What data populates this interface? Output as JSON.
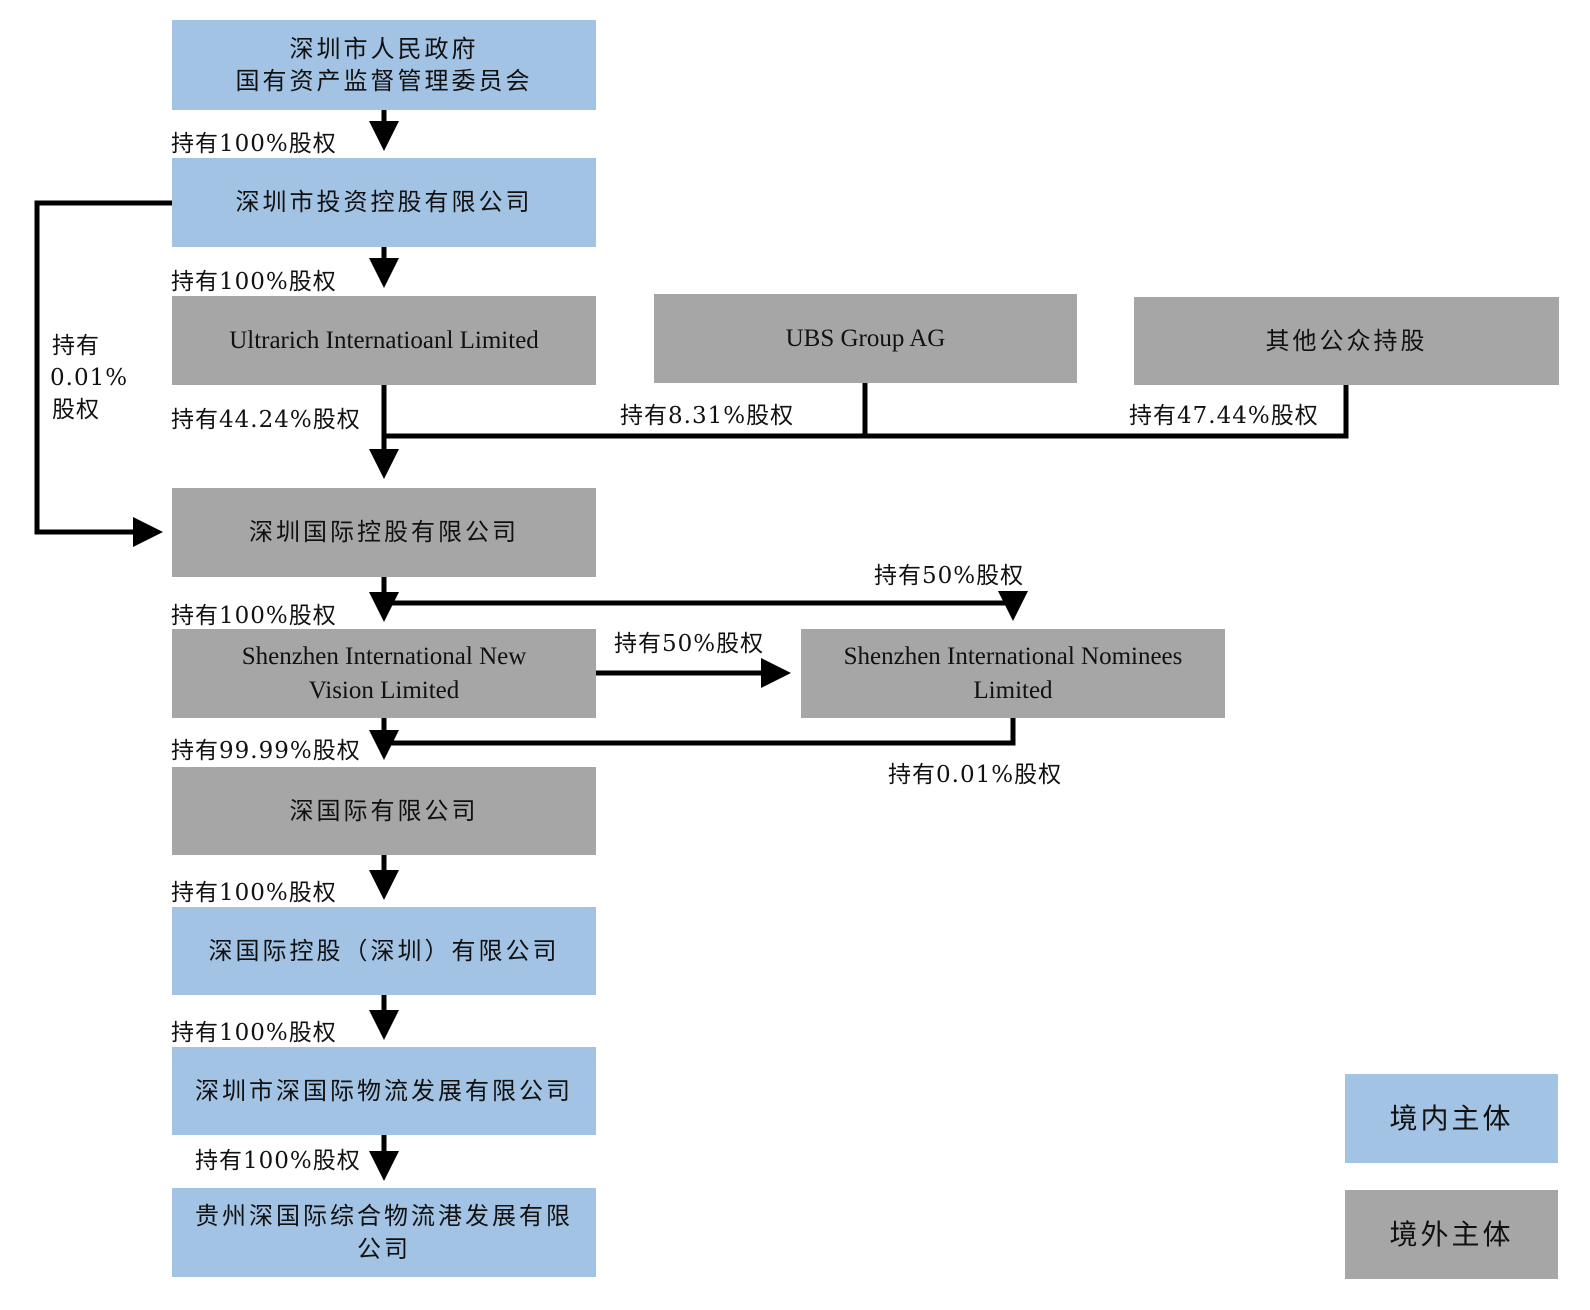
{
  "entities": {
    "sasac": {
      "line1": "深圳市人民政府",
      "line2": "国有资产监督管理委员会"
    },
    "sihc": "深圳市投资控股有限公司",
    "ultrarich": "Ultrarich  Internatioanl  Limited",
    "ubs": "UBS Group AG",
    "public": "其他公众持股",
    "szi_holdings": "深圳国际控股有限公司",
    "new_vision": {
      "line1": "Shenzhen  International  New",
      "line2": "Vision Limited"
    },
    "nominees": {
      "line1": "Shenzhen  International  Nominees",
      "line2": "Limited"
    },
    "szi_ltd": "深国际有限公司",
    "szi_shenzhen": "深国际控股（深圳）有限公司",
    "logistics": "深圳市深国际物流发展有限公司",
    "guizhou": {
      "line1": "贵州深国际综合物流港发展有限",
      "line2": "公司"
    }
  },
  "labels": {
    "sasac_to_sihc": "持有100%股权",
    "sihc_to_ultrarich": "持有100%股权",
    "sihc_to_szi": {
      "line1": "持有",
      "line2": "0.01%",
      "line3": "股权"
    },
    "ultrarich_to_szi": "持有44.24%股权",
    "ubs_to_szi": "持有8.31%股权",
    "public_to_szi": "持有47.44%股权",
    "szi_to_nominees": "持有50%股权",
    "szi_to_new_vision": "持有100%股权",
    "new_vision_to_nominees": "持有50%股权",
    "new_vision_to_szi_ltd": "持有99.99%股权",
    "nominees_to_szi_ltd": "持有0.01%股权",
    "szi_ltd_to_szi_shenzhen": "持有100%股权",
    "szi_shenzhen_to_logistics": "持有100%股权",
    "logistics_to_guizhou": "持有100%股权"
  },
  "legend": {
    "domestic": "境内主体",
    "foreign": "境外主体"
  },
  "colors": {
    "domestic": "#a3c3e4",
    "foreign": "#a6a6a6",
    "line": "#000000"
  }
}
